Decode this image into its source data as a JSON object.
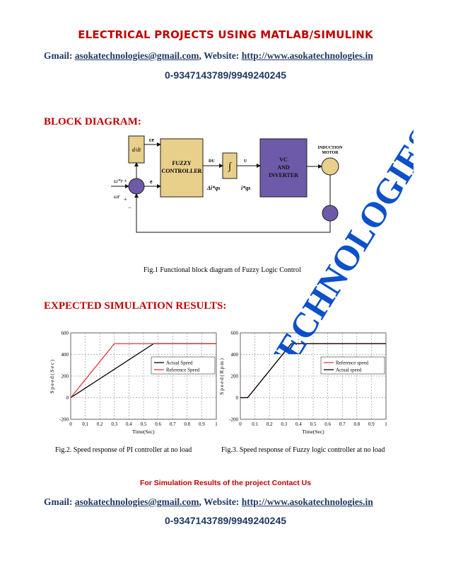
{
  "header": {
    "title": "ELECTRICAL PROJECTS USING MATLAB/SIMULINK",
    "gmail_label": "Gmail:",
    "gmail": "asokatechnologies@gmail.com",
    "website_label": "Website:",
    "website": "http://www.asokatechnologies.in",
    "phone": "0-9347143789/9949240245"
  },
  "block_diagram": {
    "heading": "BLOCK DIAGRAM:",
    "blocks": {
      "derivative": "d/dt",
      "fuzzy_line1": "FUZZY",
      "fuzzy_line2": "CONTROLLER",
      "integrator": "∫",
      "vc_line1": "VC",
      "vc_line2": "AND",
      "vc_line3": "INVERTER",
      "motor_line1": "INDUCTION",
      "motor_line2": "MOTOR"
    },
    "signals": {
      "ce": "ce",
      "e": "e",
      "du": "DU",
      "u": "U",
      "delta_i": "Δi*qs",
      "i_star": "i*qs",
      "w_ref": "ω*r",
      "w_act": "ωr",
      "plus1": "+",
      "plus2": "+",
      "minus": "−"
    },
    "caption": "Fig.1 Functional block diagram of Fuzzy Logic Control"
  },
  "results": {
    "heading": "EXPECTED SIMULATION RESULTS:",
    "caption_left": "Fig.2. Speed response of PI controller at no load",
    "caption_right": "Fig.3. Speed response of Fuzzy logic controller at no load"
  },
  "watermark": {
    "text": "ASOKA TECHNOLOGIES",
    "color": "#0047c8"
  },
  "footer": {
    "note": "For Simulation Results of the project Contact Us",
    "gmail_label": "Gmail:",
    "gmail": "asokatechnologies@gmail.com",
    "website_label": "Website:",
    "website": "http://www.asokatechnologies.in",
    "phone": "0-9347143789/9949240245"
  },
  "chart_data": [
    {
      "type": "line",
      "xlabel": "Time(Sec)",
      "ylabel": "Speed(Sec)",
      "xlim": [
        0,
        1
      ],
      "ylim": [
        -200,
        600
      ],
      "xticks": [
        "0",
        "0.1",
        "0.2",
        "0.3",
        "0.4",
        "0.5",
        "0.6",
        "0.7",
        "0.8",
        "0.9",
        "1"
      ],
      "yticks": [
        "-200",
        "0",
        "200",
        "400",
        "600"
      ],
      "grid": true,
      "legend_position": "right-center",
      "series": [
        {
          "name": "Actual Speed",
          "color": "#000000",
          "x": [
            0,
            0.57,
            1
          ],
          "y": [
            0,
            500,
            500
          ]
        },
        {
          "name": "Reference Speed",
          "color": "#e0383e",
          "x": [
            0,
            0.3,
            1
          ],
          "y": [
            0,
            500,
            500
          ]
        }
      ]
    },
    {
      "type": "line",
      "xlabel": "Time(Sec)",
      "ylabel": "Speed(Rpm)",
      "xlim": [
        0,
        1
      ],
      "ylim": [
        -200,
        600
      ],
      "xticks": [
        "0",
        "0.1",
        "0.2",
        "0.3",
        "0.4",
        "0.5",
        "0.6",
        "0.7",
        "0.8",
        "0.9",
        "1"
      ],
      "yticks": [
        "-200",
        "0",
        "200",
        "400",
        "600"
      ],
      "grid": true,
      "legend_position": "right-center",
      "series": [
        {
          "name": "Reference speed",
          "color": "#e0383e",
          "x": [
            0,
            0.05,
            0.35,
            1
          ],
          "y": [
            0,
            0,
            500,
            500
          ]
        },
        {
          "name": "Actual  speed",
          "color": "#000000",
          "x": [
            0,
            0.05,
            0.35,
            1
          ],
          "y": [
            0,
            0,
            500,
            500
          ]
        }
      ]
    }
  ]
}
